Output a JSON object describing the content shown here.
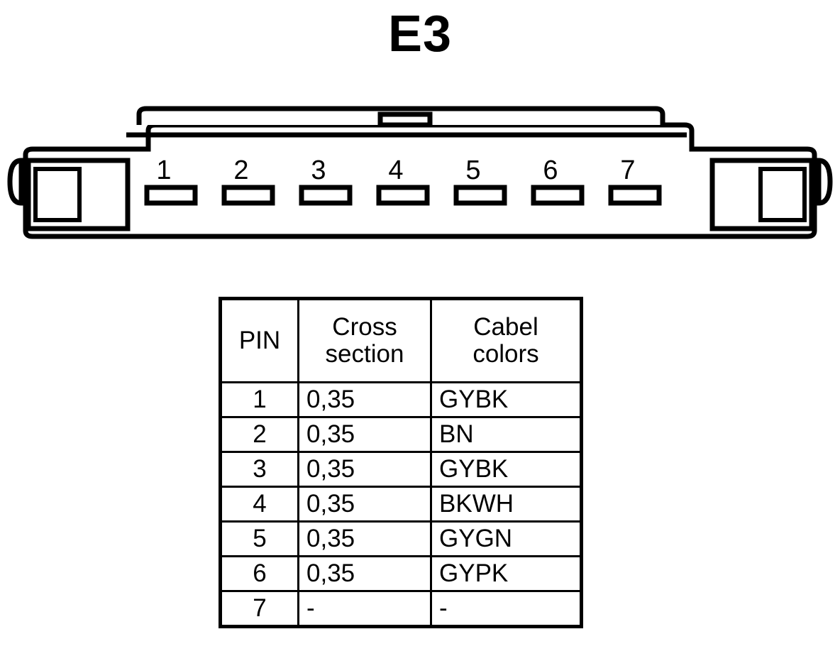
{
  "title": "E3",
  "connector": {
    "name": "7-pin-connector-diagram",
    "pin_labels": [
      "1",
      "2",
      "3",
      "4",
      "5",
      "6",
      "7"
    ],
    "pin_count": 7,
    "latch_slot": "latch-slot",
    "left_tab": "left-locking-tab",
    "right_tab": "right-locking-tab",
    "line_color": "#000000",
    "fill_color": "#ffffff"
  },
  "table": {
    "headers": {
      "pin": "PIN",
      "cross_section_line1": "Cross",
      "cross_section_line2": "section",
      "cabel_colors_line1": "Cabel",
      "cabel_colors_line2": "colors"
    },
    "rows": [
      {
        "pin": "1",
        "cross_section": "0,35",
        "color": "GYBK"
      },
      {
        "pin": "2",
        "cross_section": "0,35",
        "color": "BN"
      },
      {
        "pin": "3",
        "cross_section": "0,35",
        "color": "GYBK"
      },
      {
        "pin": "4",
        "cross_section": "0,35",
        "color": "BKWH"
      },
      {
        "pin": "5",
        "cross_section": "0,35",
        "color": "GYGN"
      },
      {
        "pin": "6",
        "cross_section": "0,35",
        "color": "GYPK"
      },
      {
        "pin": "7",
        "cross_section": "-",
        "color": "-"
      }
    ]
  }
}
